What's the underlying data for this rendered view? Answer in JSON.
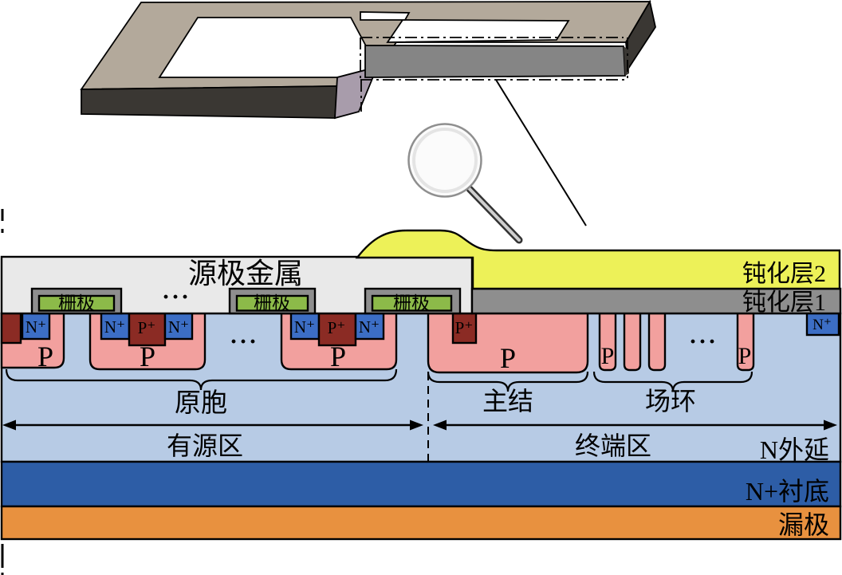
{
  "figure": {
    "description": "Cross-section schematic of a planar power MOSFET die: active cell region and junction-termination region",
    "labels": {
      "source_metal": "源极金属",
      "gate": "栅极",
      "passivation2": "钝化层2",
      "passivation1": "钝化层1",
      "n_plus": "N⁺",
      "p_plus": "P⁺",
      "p_well": "P",
      "dots": "···",
      "unit_cell": "原胞",
      "main_junction": "主结",
      "field_ring": "场环",
      "active_region": "有源区",
      "termination_region": "终端区",
      "n_epi": "N外延",
      "n_substrate": "N+衬底",
      "drain": "漏极"
    },
    "colors": {
      "n_epi": "#b7cbe5",
      "n_substrate": "#2d5da6",
      "drain": "#e8913f",
      "p_well": "#f2a09e",
      "p_plus": "#8b2b24",
      "n_plus": "#3c6ec5",
      "gate_poly": "#8cba49",
      "gate_shell": "#8e8e8e",
      "source_metal": "#e9e9e9",
      "passivation1": "#8e8e8e",
      "passivation2": "#edf158",
      "chip_top": "#b3a99b",
      "chip_front": "#3a3733",
      "chip_side": "#a89cab",
      "chip_strip": "#858585",
      "white": "#ffffff"
    }
  }
}
